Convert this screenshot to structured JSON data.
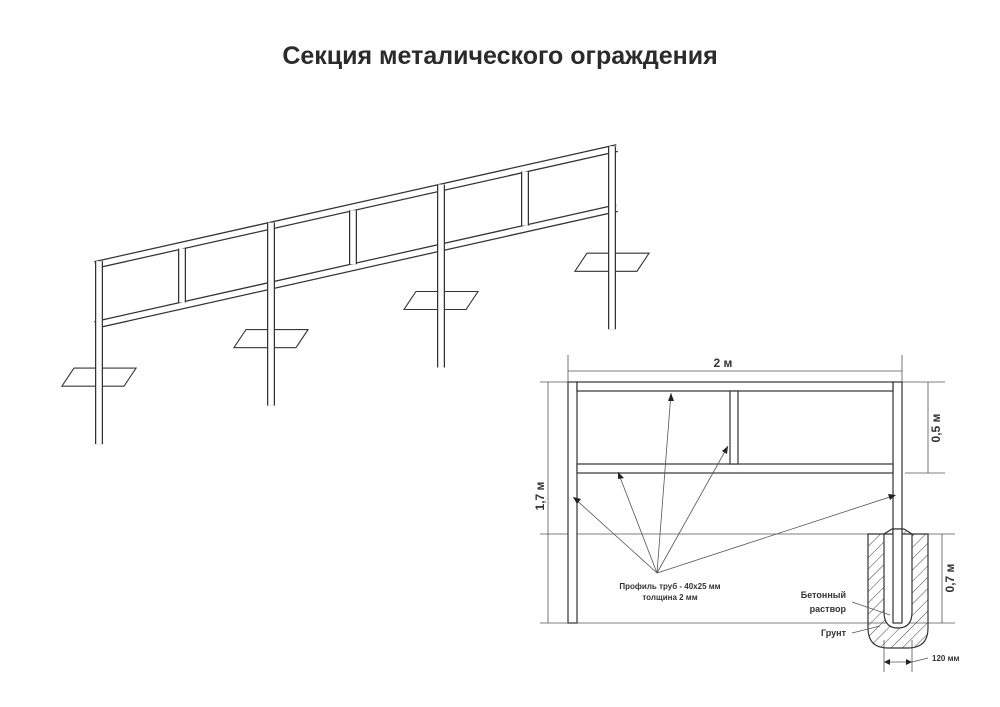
{
  "title": "Секция металического ограждения",
  "labels": {
    "width": "2 м",
    "upper_height": "0,5 м",
    "total_height": "1,7 м",
    "depth": "0,7 м",
    "profile_line1": "Профиль труб - 40х25 мм",
    "profile_line2": "толщина 2 мм",
    "concrete_line1": "Бетонный",
    "concrete_line2": "раствор",
    "soil": "Грунт",
    "hole_width": "120 мм"
  }
}
